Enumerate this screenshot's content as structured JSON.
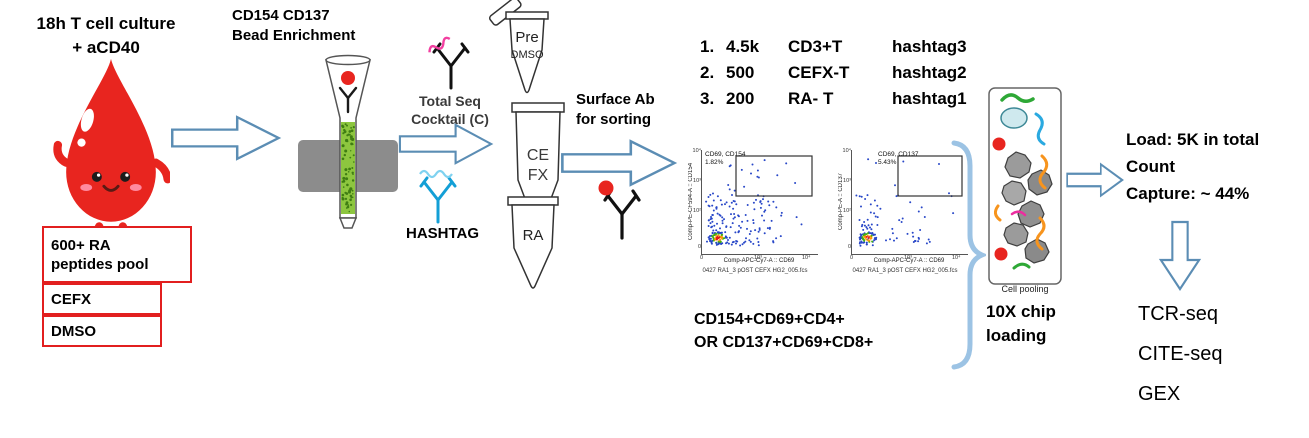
{
  "culture": {
    "line1": "18h T cell culture",
    "line2": "+ aCD40"
  },
  "stim": {
    "box1_line1": "600+ RA",
    "box1_line2": "peptides pool",
    "box2": "CEFX",
    "box3": "DMSO"
  },
  "enrichment": {
    "line1": "CD154 CD137",
    "line2": "Bead Enrichment"
  },
  "totalseq": {
    "line1": "Total Seq",
    "line2": "Cocktail (C)"
  },
  "hashtag_label": "HASHTAG",
  "tubes": {
    "tube1_line1": "Pre",
    "tube1_line2": "DMSO",
    "tube2_line1": "CE",
    "tube2_line2": "FX",
    "tube3_label": "RA"
  },
  "sorting": {
    "line1": "Surface Ab",
    "line2": "for sorting"
  },
  "hashtag_list": [
    {
      "num": "1.",
      "count": "4.5k",
      "pop": "CD3+T",
      "tag": "hashtag3"
    },
    {
      "num": "2.",
      "count": "500",
      "pop": "CEFX-T",
      "tag": "hashtag2"
    },
    {
      "num": "3.",
      "count": "200",
      "pop": "RA- T",
      "tag": "hashtag1"
    }
  ],
  "plots": [
    {
      "gate_label": "CD69, CD154",
      "gate_pct": "1.82%",
      "ylabel": "Comp-PE-CF594-A :: CD154",
      "xlabel": "Comp-APC-Cy7-A :: CD69",
      "caption": "0427 RA1_3 pOST CEFX HG2_005.fcs",
      "yticks": [
        "10⁴",
        "10³",
        "10²",
        "0"
      ],
      "xticks": [
        "0",
        "10³",
        "10⁴"
      ]
    },
    {
      "gate_label": "CD69, CD137",
      "gate_pct": "5.43%",
      "ylabel": "Comp-PE-A :: CD137",
      "xlabel": "Comp-APC-Cy7-A :: CD69",
      "caption": "0427 RA1_3 pOST CEFX HG2_005.fcs",
      "yticks": [
        "10⁴",
        "10³",
        "10²",
        "0"
      ],
      "xticks": [
        "0",
        "10³",
        "10⁴"
      ]
    }
  ],
  "sort_gate": {
    "line1": "CD154+CD69+CD4+",
    "line2": "OR CD137+CD69+CD8+"
  },
  "pooling": {
    "caption": "Cell pooling",
    "chip_line1": "10X chip",
    "chip_line2": "loading"
  },
  "load_stats": {
    "line1": "Load: 5K in total",
    "line2": "Count",
    "line3": "Capture: ~ 44%"
  },
  "outputs": {
    "line1": "TCR-seq",
    "line2": "CITE-seq",
    "line3": "GEX"
  },
  "colors": {
    "accent_red": "#e8251f",
    "arrow_blue": "#5b8db4",
    "brace_blue": "#9cc3e4",
    "bead_green": "#8dc63f"
  }
}
